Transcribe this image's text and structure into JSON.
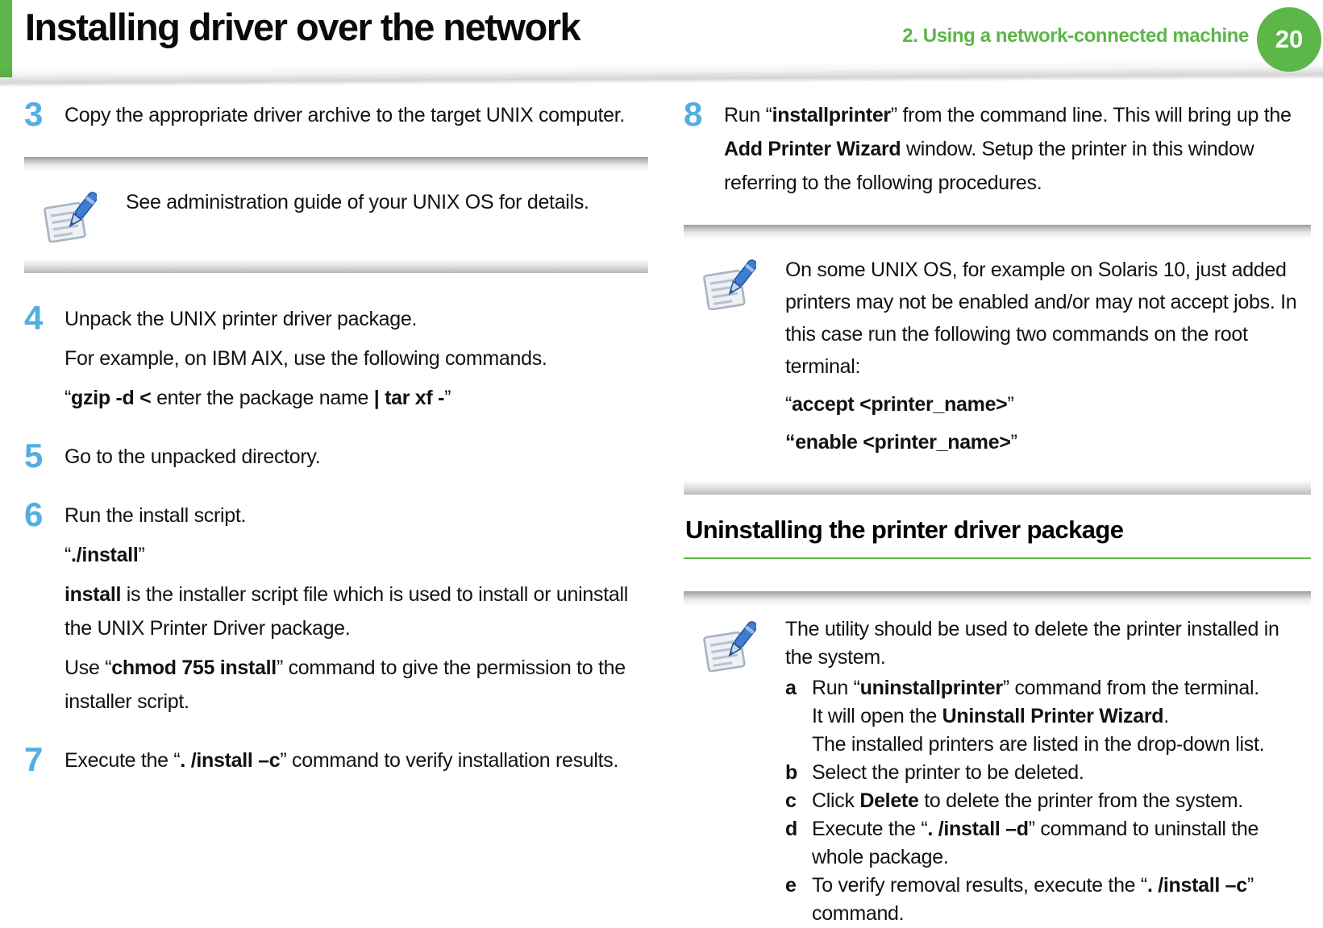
{
  "page": {
    "title": "Installing driver over the network",
    "chapter_label": "2. Using a network-connected machine",
    "page_number": "20",
    "colors": {
      "accent_green": "#5cb648",
      "step_number_blue": "#55aee0"
    }
  },
  "left_column": {
    "steps": [
      {
        "num": "3",
        "paras": [
          [
            {
              "t": "Copy the appropriate driver archive to the target UNIX computer."
            }
          ]
        ]
      },
      {
        "num": "4",
        "paras": [
          [
            {
              "t": "Unpack the UNIX printer driver package."
            }
          ],
          [
            {
              "t": "For example, on IBM AIX, use the following commands."
            }
          ],
          [
            {
              "t": "“"
            },
            {
              "t": "gzip -d <",
              "b": true
            },
            {
              "t": " enter the package name "
            },
            {
              "t": "| tar xf -",
              "b": true
            },
            {
              "t": "”"
            }
          ]
        ]
      },
      {
        "num": "5",
        "paras": [
          [
            {
              "t": "Go to the unpacked directory."
            }
          ]
        ]
      },
      {
        "num": "6",
        "paras": [
          [
            {
              "t": "Run the install script."
            }
          ],
          [
            {
              "t": "“"
            },
            {
              "t": "./install",
              "b": true
            },
            {
              "t": "”"
            }
          ],
          [
            {
              "t": "install",
              "b": true
            },
            {
              "t": " is the installer script file which is used to install or uninstall the UNIX Printer Driver package."
            }
          ],
          [
            {
              "t": "Use “"
            },
            {
              "t": "chmod 755 install",
              "b": true
            },
            {
              "t": "” command to give the permission to the installer script."
            }
          ]
        ]
      },
      {
        "num": "7",
        "paras": [
          [
            {
              "t": "Execute the “"
            },
            {
              "t": ". /install –c",
              "b": true
            },
            {
              "t": "” command to verify installation results."
            }
          ]
        ]
      }
    ],
    "note_admin": {
      "icon": "notepad-pen-icon",
      "paras": [
        [
          {
            "t": "See administration guide of your UNIX OS for details."
          }
        ]
      ]
    }
  },
  "right_column": {
    "steps": [
      {
        "num": "8",
        "paras": [
          [
            {
              "t": "Run “"
            },
            {
              "t": "installprinter",
              "b": true
            },
            {
              "t": "” from the command line. This will bring up the "
            },
            {
              "t": "Add Printer Wizard",
              "b": true
            },
            {
              "t": " window. Setup the printer in this window referring to the following procedures."
            }
          ]
        ]
      }
    ],
    "note_solaris": {
      "icon": "notepad-pen-icon",
      "paras": [
        [
          {
            "t": "On some UNIX OS, for example on Solaris 10, just added printers may not be enabled and/or may not accept jobs. In this case run the following two commands on the root terminal:"
          }
        ],
        [
          {
            "t": "“"
          },
          {
            "t": "accept <printer_name>",
            "b": true
          },
          {
            "t": "”"
          }
        ],
        [
          {
            "t": "“enable <printer_name>",
            "b": true
          },
          {
            "t": "”"
          }
        ]
      ]
    },
    "section_heading": "Uninstalling the printer driver package",
    "note_uninstall": {
      "icon": "notepad-pen-icon",
      "intro": [
        [
          {
            "t": "The utility should be used to delete the printer installed in the system."
          }
        ]
      ],
      "items": [
        {
          "label": "a",
          "paras": [
            [
              {
                "t": "Run “"
              },
              {
                "t": "uninstallprinter",
                "b": true
              },
              {
                "t": "” command from the terminal."
              }
            ],
            [
              {
                "t": "It will open the "
              },
              {
                "t": "Uninstall Printer Wizard",
                "b": true
              },
              {
                "t": "."
              }
            ],
            [
              {
                "t": "The installed printers are listed in the drop-down list."
              }
            ]
          ]
        },
        {
          "label": "b",
          "paras": [
            [
              {
                "t": "Select the printer to be deleted."
              }
            ]
          ]
        },
        {
          "label": "c",
          "paras": [
            [
              {
                "t": "Click "
              },
              {
                "t": "Delete",
                "b": true
              },
              {
                "t": " to delete the printer from the system."
              }
            ]
          ]
        },
        {
          "label": "d",
          "paras": [
            [
              {
                "t": "Execute the “"
              },
              {
                "t": ". /install –d",
                "b": true
              },
              {
                "t": "” command to uninstall the whole package."
              }
            ]
          ]
        },
        {
          "label": "e",
          "paras": [
            [
              {
                "t": "To verify removal results, execute the “"
              },
              {
                "t": ". /install –c",
                "b": true
              },
              {
                "t": "” command."
              }
            ]
          ]
        }
      ]
    }
  }
}
